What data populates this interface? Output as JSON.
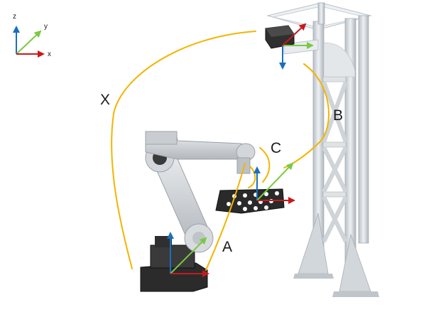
{
  "legend": {
    "z": "z",
    "y": "y",
    "x": "x"
  },
  "paths": {
    "X": "X",
    "A": "A",
    "B": "B",
    "C": "C"
  },
  "colors": {
    "path": "#f4b400",
    "axis_x": "#c8191e",
    "axis_y": "#7ac943",
    "axis_z": "#1a6fc0",
    "frame_light": "#e6e9ec",
    "frame_mid": "#c9ced3",
    "frame_dark": "#9aa2a9",
    "robot_light": "#d9dcdf",
    "robot_mid": "#b8bdc2",
    "robot_dark": "#2b2b2b"
  }
}
